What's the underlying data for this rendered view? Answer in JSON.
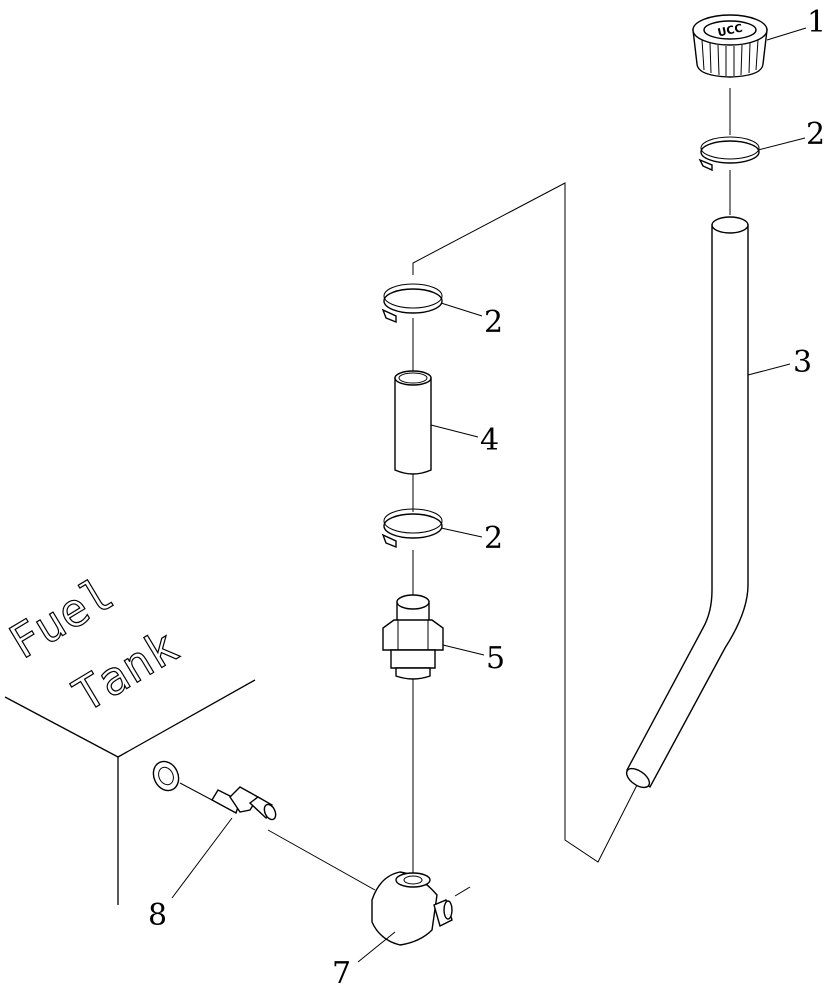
{
  "callouts": {
    "c1": "1",
    "c2a": "2",
    "c2b": "2",
    "c2c": "2",
    "c3": "3",
    "c4": "4",
    "c5": "5",
    "c7": "7",
    "c8": "8"
  },
  "tank": {
    "word1": "Fuel",
    "word2": "Tank"
  },
  "cap": {
    "logo": "UCC"
  }
}
